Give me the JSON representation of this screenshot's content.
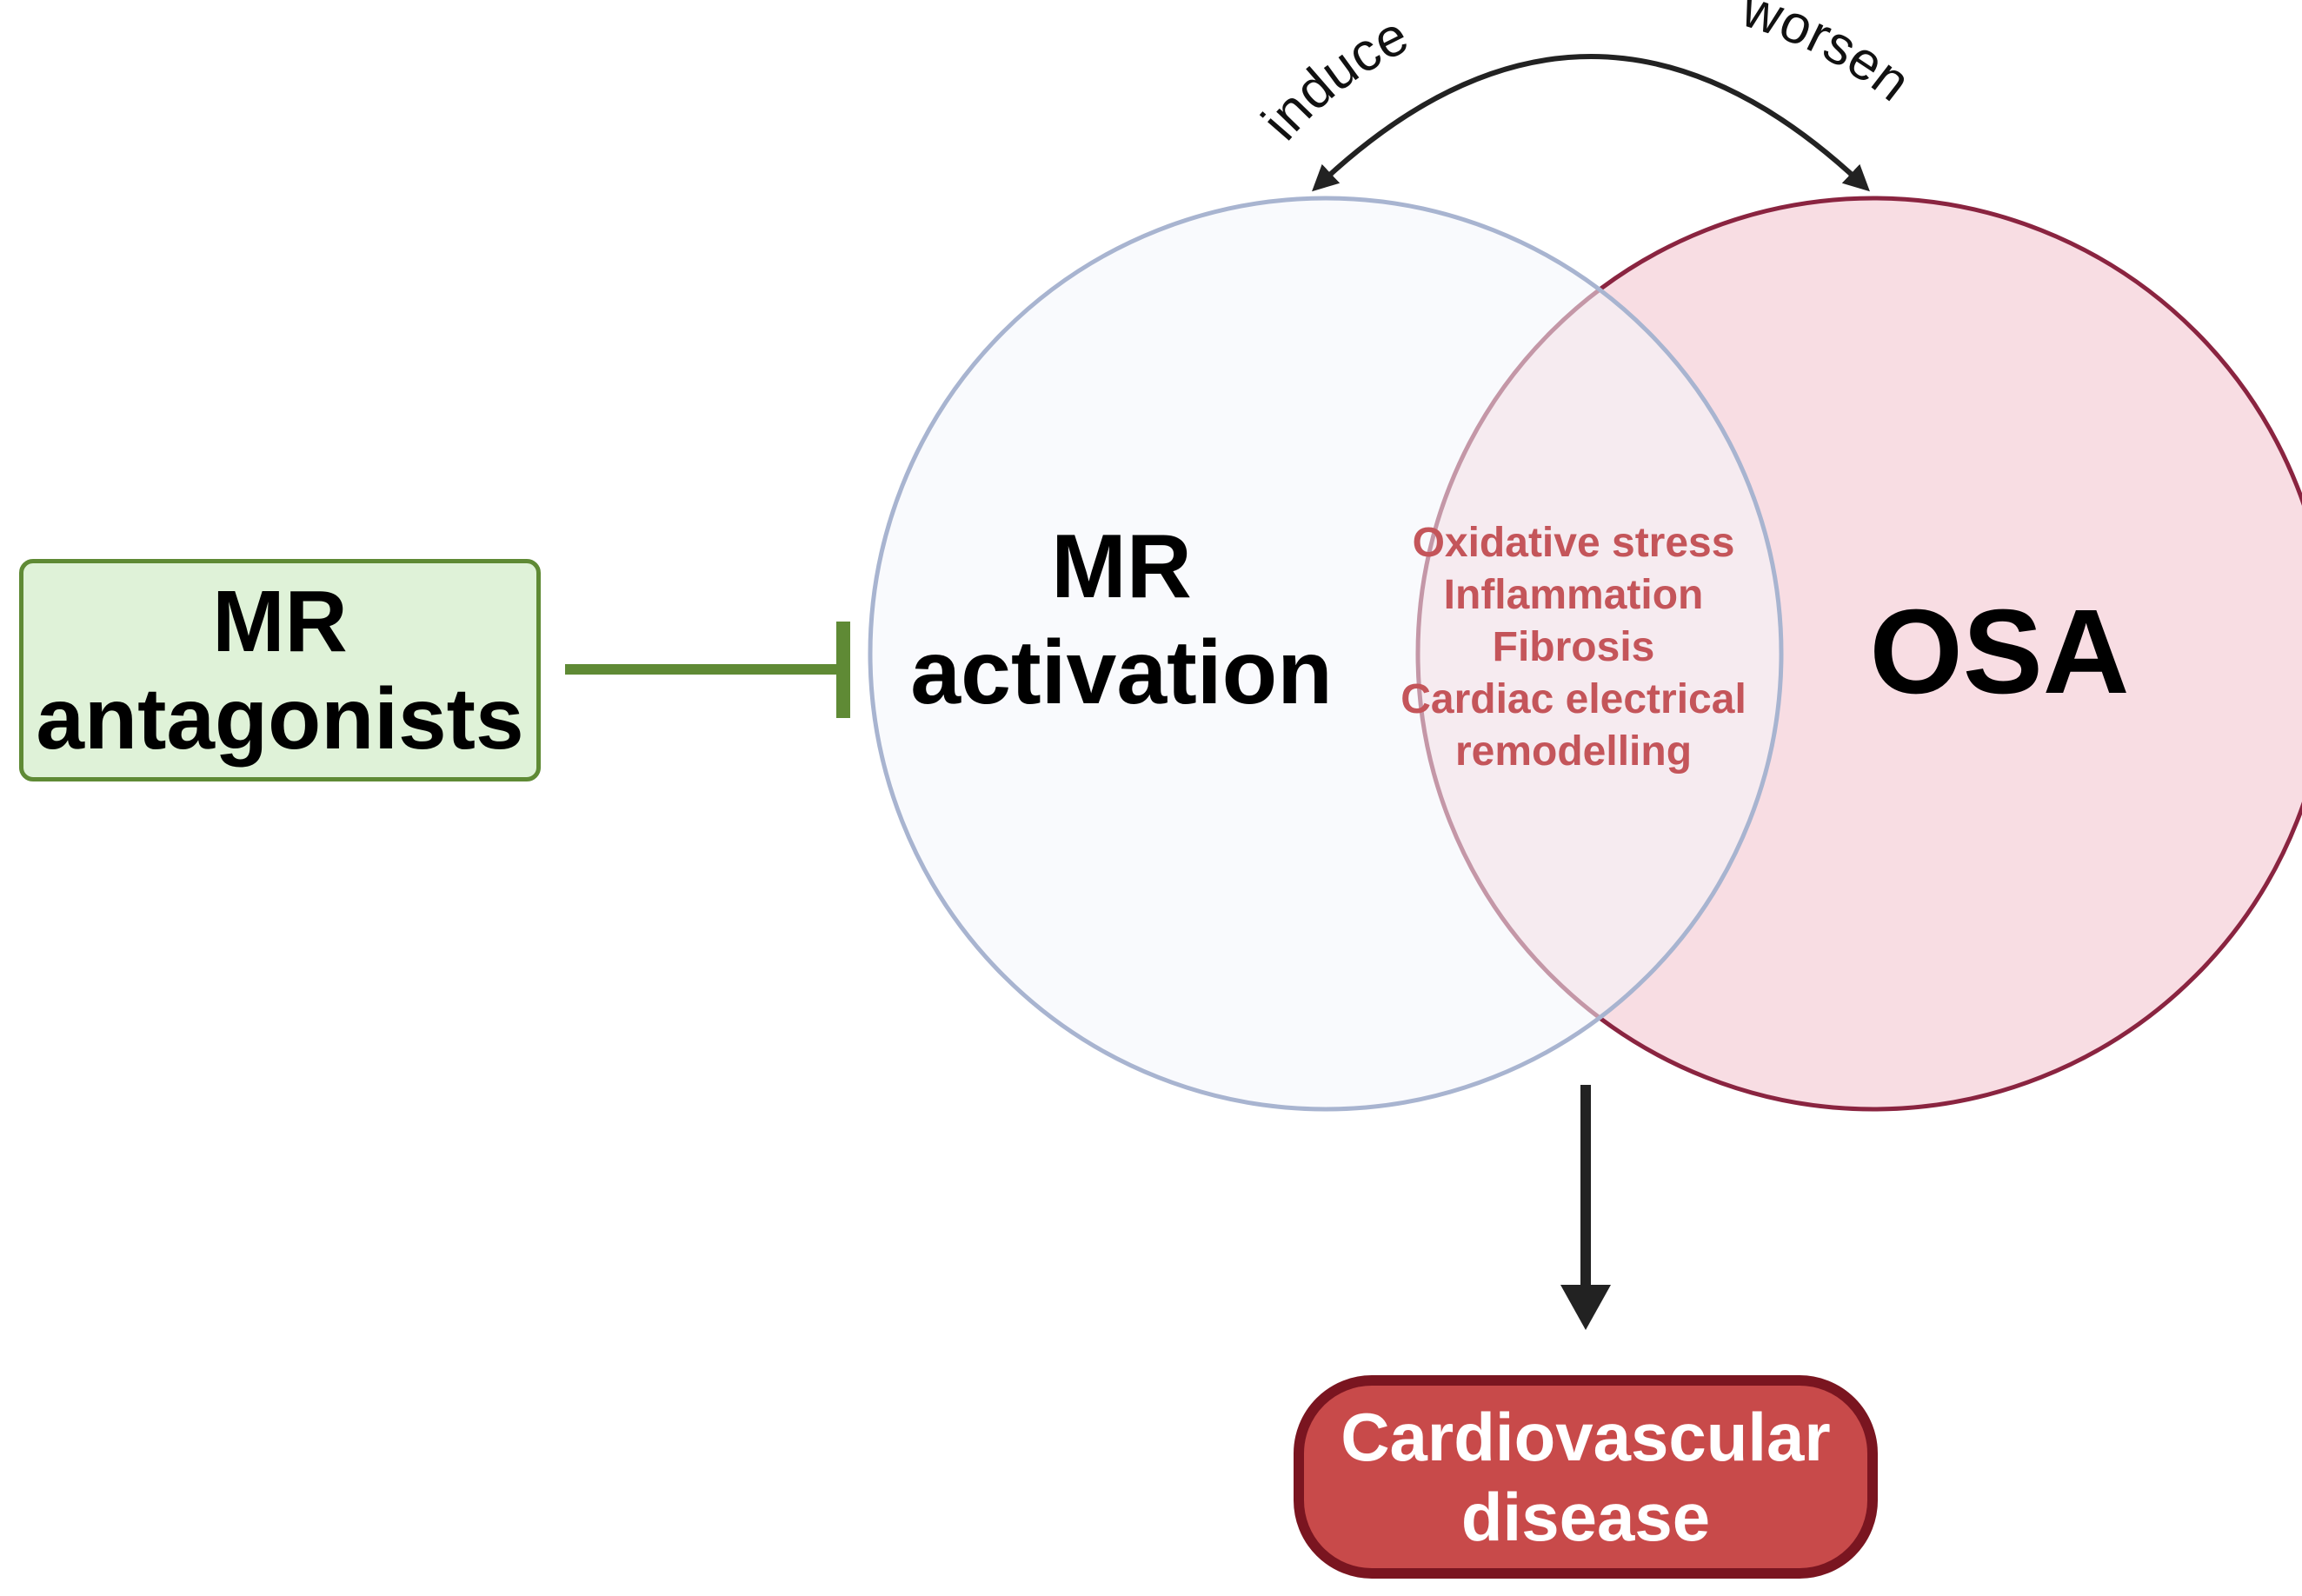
{
  "antagonist_box": {
    "lines": [
      "MR",
      "antagonists"
    ]
  },
  "mr_circle": {
    "lines": [
      "MR",
      "activation"
    ]
  },
  "osa_circle": {
    "label": "OSA"
  },
  "overlap": {
    "lines": [
      "Oxidative stress",
      "Inflammation",
      "Fibrosis",
      "Cardiac electrical",
      "remodelling"
    ]
  },
  "top_arrow": {
    "left_label": "induce",
    "right_label": "worsen"
  },
  "outcome_box": {
    "lines": [
      "Cardiovascular",
      "disease"
    ]
  },
  "colors": {
    "mr_fill": "#f4f6fb",
    "mr_stroke": "#a8b4d0",
    "osa_fill": "#f8dde3",
    "osa_stroke": "#8a2440",
    "overlap_text": "#c4555a",
    "antagonist_fill": "#dff2d8",
    "antagonist_stroke": "#5f8a35",
    "outcome_fill": "#c84a4a",
    "outcome_stroke": "#7a1520"
  }
}
